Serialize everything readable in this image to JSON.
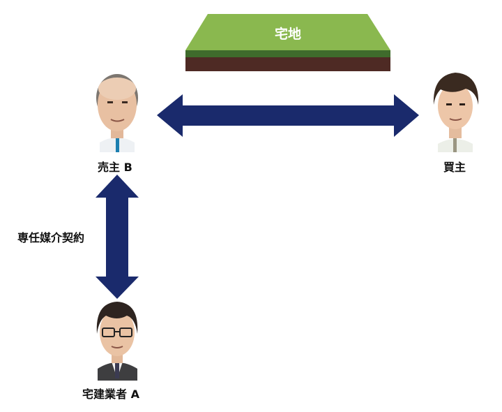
{
  "land": {
    "label": "宅地",
    "colors": {
      "top": "#8ab84f",
      "edge": "#3f6b2c",
      "soil": "#4e2a24"
    }
  },
  "seller": {
    "label": "売主 B"
  },
  "buyer": {
    "label": "買主"
  },
  "agent": {
    "label": "宅建業者 A"
  },
  "contract": {
    "label": "専任媒介契約"
  },
  "arrow_color": "#1a2a6c"
}
